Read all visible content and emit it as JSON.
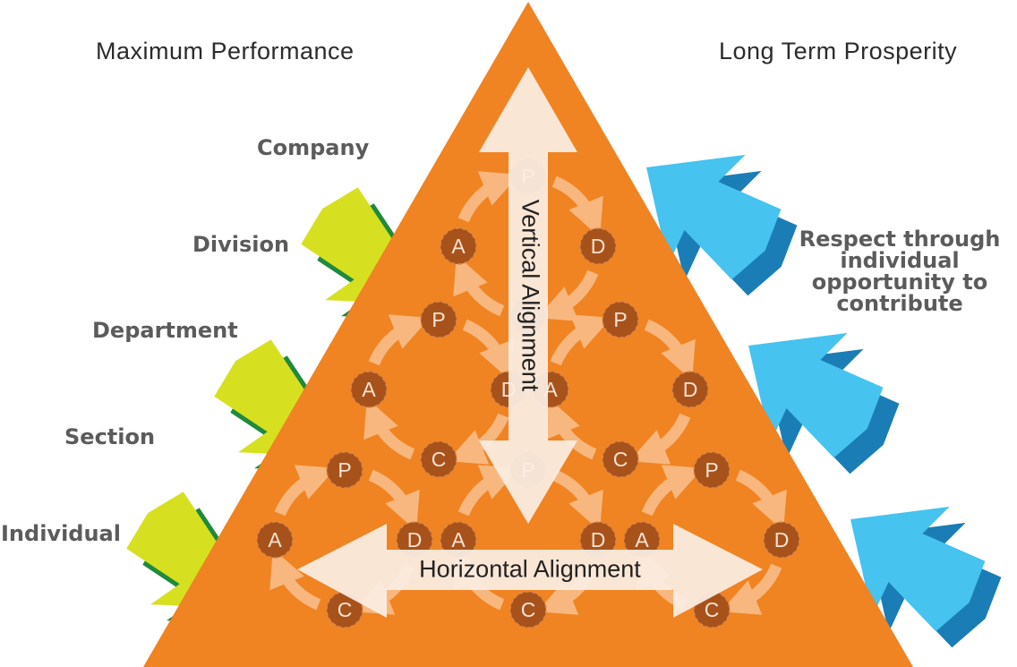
{
  "headers": {
    "left": "Maximum Performance",
    "right": "Long Term Prosperity"
  },
  "levels": [
    "Company",
    "Division",
    "Department",
    "Section",
    "Individual"
  ],
  "respect": "Respect through individual opportunity to contribute",
  "alignment": {
    "vertical": "Vertical Alignment",
    "horizontal": "Horizontal Alignment"
  },
  "pdca": [
    "P",
    "D",
    "C",
    "A"
  ],
  "colors": {
    "triangle": "#F08322",
    "cycle_node": "#A8521B",
    "cycle_arrow": "#F8B77E",
    "big_arrow": "#FBEEE3",
    "lime_arrow": "#D6E020",
    "lime_shadow": "#1F8A3C",
    "blue_arrow": "#46C3EF",
    "blue_shadow": "#1B7DB5",
    "level_text": "#5B5B5B"
  }
}
